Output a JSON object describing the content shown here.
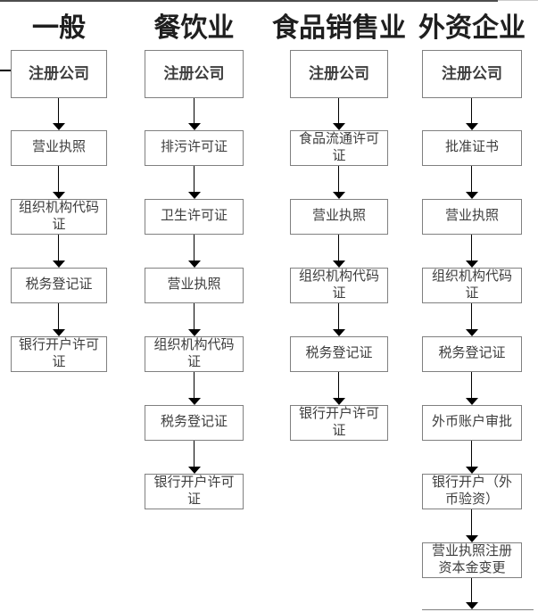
{
  "columns": [
    {
      "id": "general",
      "title": "一般",
      "steps": [
        "注册公司",
        "营业执照",
        "组织机构代码证",
        "税务登记证",
        "银行开户许可证"
      ],
      "continues_below": false
    },
    {
      "id": "catering",
      "title": "餐饮业",
      "steps": [
        "注册公司",
        "排污许可证",
        "卫生许可证",
        "营业执照",
        "组织机构代码证",
        "税务登记证",
        "银行开户许可证"
      ],
      "continues_below": false
    },
    {
      "id": "food-sales",
      "title": "食品销售业",
      "steps": [
        "注册公司",
        "食品流通许可证",
        "营业执照",
        "组织机构代码证",
        "税务登记证",
        "银行开户许可证"
      ],
      "continues_below": false
    },
    {
      "id": "foreign-enterprise",
      "title": "外资企业",
      "steps": [
        "注册公司",
        "批准证书",
        "营业执照",
        "组织机构代码证",
        "税务登记证",
        "外币账户审批",
        "银行开户（外币验资）",
        "营业执照注册资本金变更"
      ],
      "continues_below": true
    }
  ],
  "colors": {
    "background": "#ffffff",
    "box_border": "#808080",
    "box_text": "#3d3d3d",
    "title_text": "#1f1f1f",
    "arrow": "#000000",
    "top_rule_dark": "#4d4d4d",
    "top_rule_light": "#cccccc"
  }
}
